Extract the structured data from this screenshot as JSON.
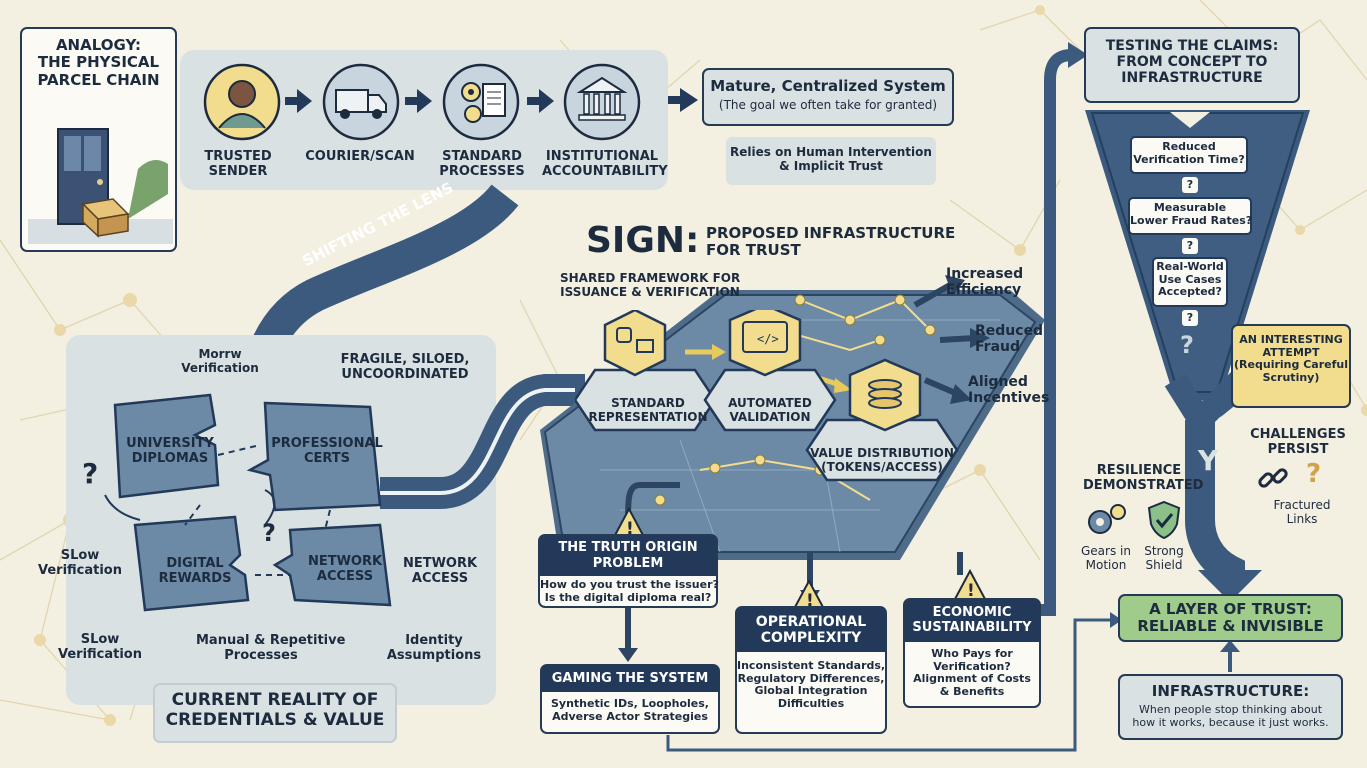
{
  "analogy": {
    "title": "ANALOGY:\nTHE PHYSICAL\nPARCEL CHAIN",
    "steps": [
      {
        "label": "TRUSTED\nSENDER",
        "icon": "person-icon"
      },
      {
        "label": "COURIER/SCAN",
        "icon": "delivery-truck-icon"
      },
      {
        "label": "STANDARD\nPROCESSES",
        "icon": "gears-document-icon"
      },
      {
        "label": "INSTITUTIONAL\nACCOUNTABILITY",
        "icon": "institution-building-icon"
      }
    ]
  },
  "mature_system": {
    "title": "Mature, Centralized System",
    "subtitle": "(The goal we often take for granted)",
    "note": "Relies on Human Intervention\n& Implicit Trust"
  },
  "shift_label": "SHIFTING THE LENS",
  "current_reality": {
    "title": "CURRENT REALITY OF\nCREDENTIALS & VALUE",
    "fragile": "FRAGILE, SILOED,\nUNCOORDINATED",
    "pieces": [
      "UNIVERSITY\nDIPLOMAS",
      "PROFESSIONAL\nCERTS",
      "DIGITAL\nREWARDS",
      "NETWORK\nACCESS"
    ],
    "labels": {
      "morrw": "Morrw\nVerification",
      "slow1": "SLow\nVerification",
      "slow2": "SLow\nVerification",
      "manual": "Manual & Repetitive\nProcesses",
      "identity": "Identity\nAssumptions",
      "network": "NETWORK\nACCESS"
    }
  },
  "sign": {
    "title_big": "SIGN:",
    "title_small": "PROPOSED INFRASTRUCTURE\nFOR TRUST",
    "framework": "SHARED FRAMEWORK FOR\nISSUANCE & VERIFICATION",
    "hex": [
      "STANDARD\nREPRESENTATION",
      "AUTOMATED\nVALIDATION",
      "VALUE DISTRIBUTION\n(TOKENS/ACCESS)"
    ],
    "outcomes": [
      "Increased\nEfficiency",
      "Reduced\nFraud",
      "Aligned\nIncentives"
    ]
  },
  "problems": {
    "truth": {
      "title": "THE TRUTH ORIGIN\nPROBLEM",
      "body": "How do you trust the issuer?\nIs the digital diploma real?"
    },
    "gaming": {
      "title": "GAMING THE SYSTEM",
      "body": "Synthetic IDs, Loopholes,\nAdverse Actor Strategies"
    },
    "operational": {
      "title": "OPERATIONAL\nCOMPLEXITY",
      "body": "Inconsistent Standards,\nRegulatory Differences,\nGlobal Integration\nDifficulties"
    },
    "economic": {
      "title": "ECONOMIC\nSUSTAINABILITY",
      "body": "Who Pays for\nVerification?\nAlignment of Costs\n& Benefits"
    }
  },
  "testing": {
    "title": "TESTING THE CLAIMS:\nFROM CONCEPT TO\nINFRASTRUCTURE",
    "questions": [
      "Reduced\nVerification Time?",
      "Measurable\nLower Fraud Rates?",
      "Real-World\nUse Cases\nAccepted?"
    ],
    "q": "?",
    "fork": "Y",
    "attempt": "AN INTERESTING\nATTEMPT\n(Requiring Careful\nScrutiny)",
    "challenges": "CHALLENGES\nPERSIST",
    "fractured": "Fractured\nLinks",
    "resilience": "RESILIENCE\nDEMONSTRATED",
    "gears": "Gears in\nMotion",
    "shield": "Strong\nShield",
    "layer": "A LAYER OF TRUST:\nRELIABLE & INVISIBLE",
    "infra_title": "INFRASTRUCTURE:",
    "infra_body": "When people stop thinking about\nhow it works, because it just works."
  },
  "colors": {
    "navy": "#22395a",
    "slate": "#3c5a7e",
    "panel": "#d9e1e2",
    "gold": "#f1dd8d",
    "green": "#9fcc8b",
    "bg": "#f3efe1"
  }
}
